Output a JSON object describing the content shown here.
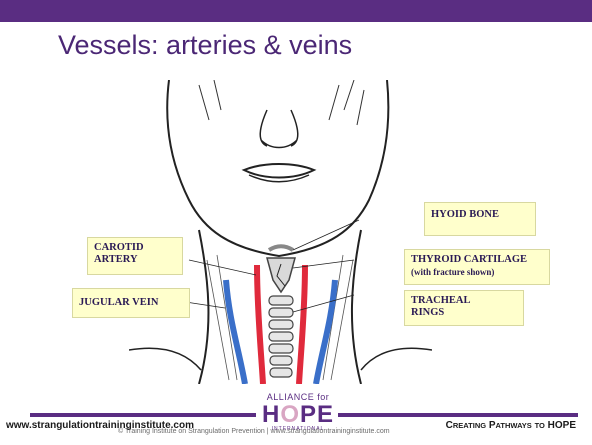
{
  "slide": {
    "title": "Vessels: arteries & veins"
  },
  "labels": {
    "hyoid": "HYOID BONE",
    "carotid_line1": "CAROTID",
    "carotid_line2": "ARTERY",
    "thyroid_line1": "THYROID CARTILAGE",
    "thyroid_line2": "(with fracture shown)",
    "jugular": "JUGULAR VEIN",
    "tracheal_line1": "TRACHEAL",
    "tracheal_line2": "RINGS"
  },
  "footer": {
    "url": "www.strangulationtraininginstitute.com",
    "tagline_c": "C",
    "tagline_reating": "REATING",
    "tagline_p": "P",
    "tagline_athways": "ATHWAYS",
    "tagline_to": "TO",
    "tagline_hope": "HOPE",
    "copyright": "© Training Institute on Strangulation Prevention | www.strangulationtraininginstitute.com"
  },
  "logo": {
    "alliance": "ALLIANCE for",
    "h": "H",
    "o": "O",
    "pe": "PE",
    "sub": "INTERNATIONAL"
  },
  "colors": {
    "brand_purple": "#5a2d82",
    "label_fill": "#ffffcc",
    "artery_red": "#e02a3c",
    "vein_blue": "#3a6fc9"
  }
}
